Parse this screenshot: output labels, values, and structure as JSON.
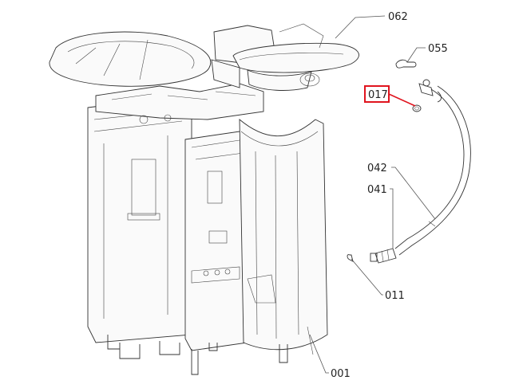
{
  "callouts": {
    "c062": "062",
    "c055": "055",
    "c017": "017",
    "c042": "042",
    "c041": "041",
    "c011": "011",
    "c001": "001"
  },
  "colors": {
    "highlight": "#e0141e",
    "line": "#333333"
  }
}
